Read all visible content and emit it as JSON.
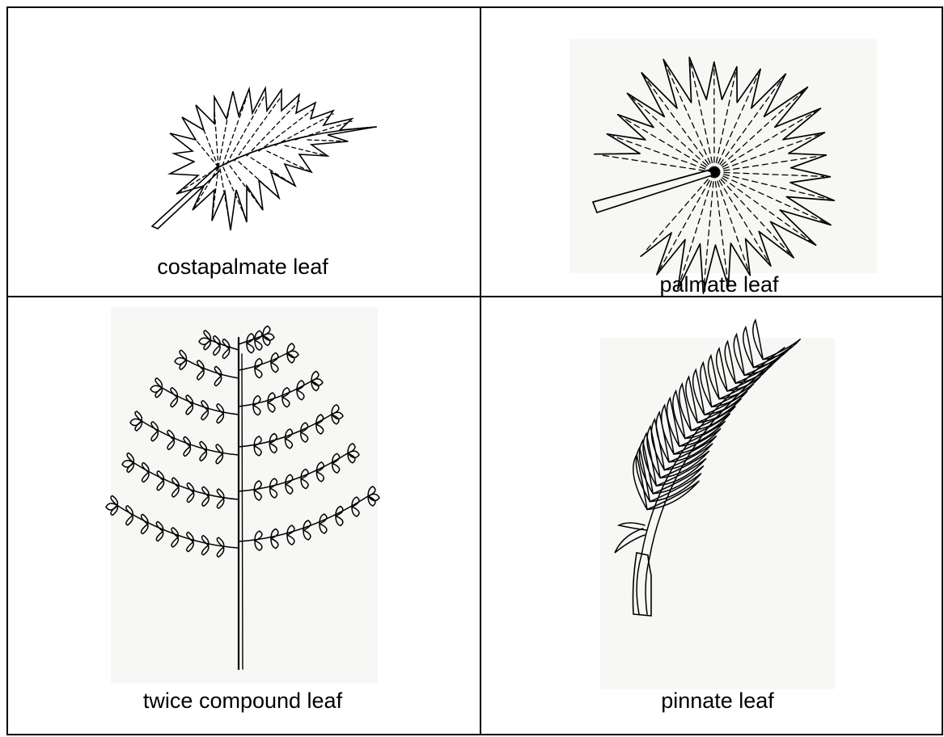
{
  "figure": {
    "cells": [
      {
        "label": "costapalmate leaf",
        "illustration": "costapalmate-leaf-drawing"
      },
      {
        "label": "palmate leaf",
        "illustration": "palmate-leaf-drawing"
      },
      {
        "label": "twice compound leaf",
        "illustration": "twice-compound-leaf-drawing"
      },
      {
        "label": "pinnate leaf",
        "illustration": "pinnate-leaf-drawing"
      }
    ],
    "colors": {
      "line": "#000000",
      "background": "#ffffff",
      "paper": "#f7f7f5"
    }
  }
}
